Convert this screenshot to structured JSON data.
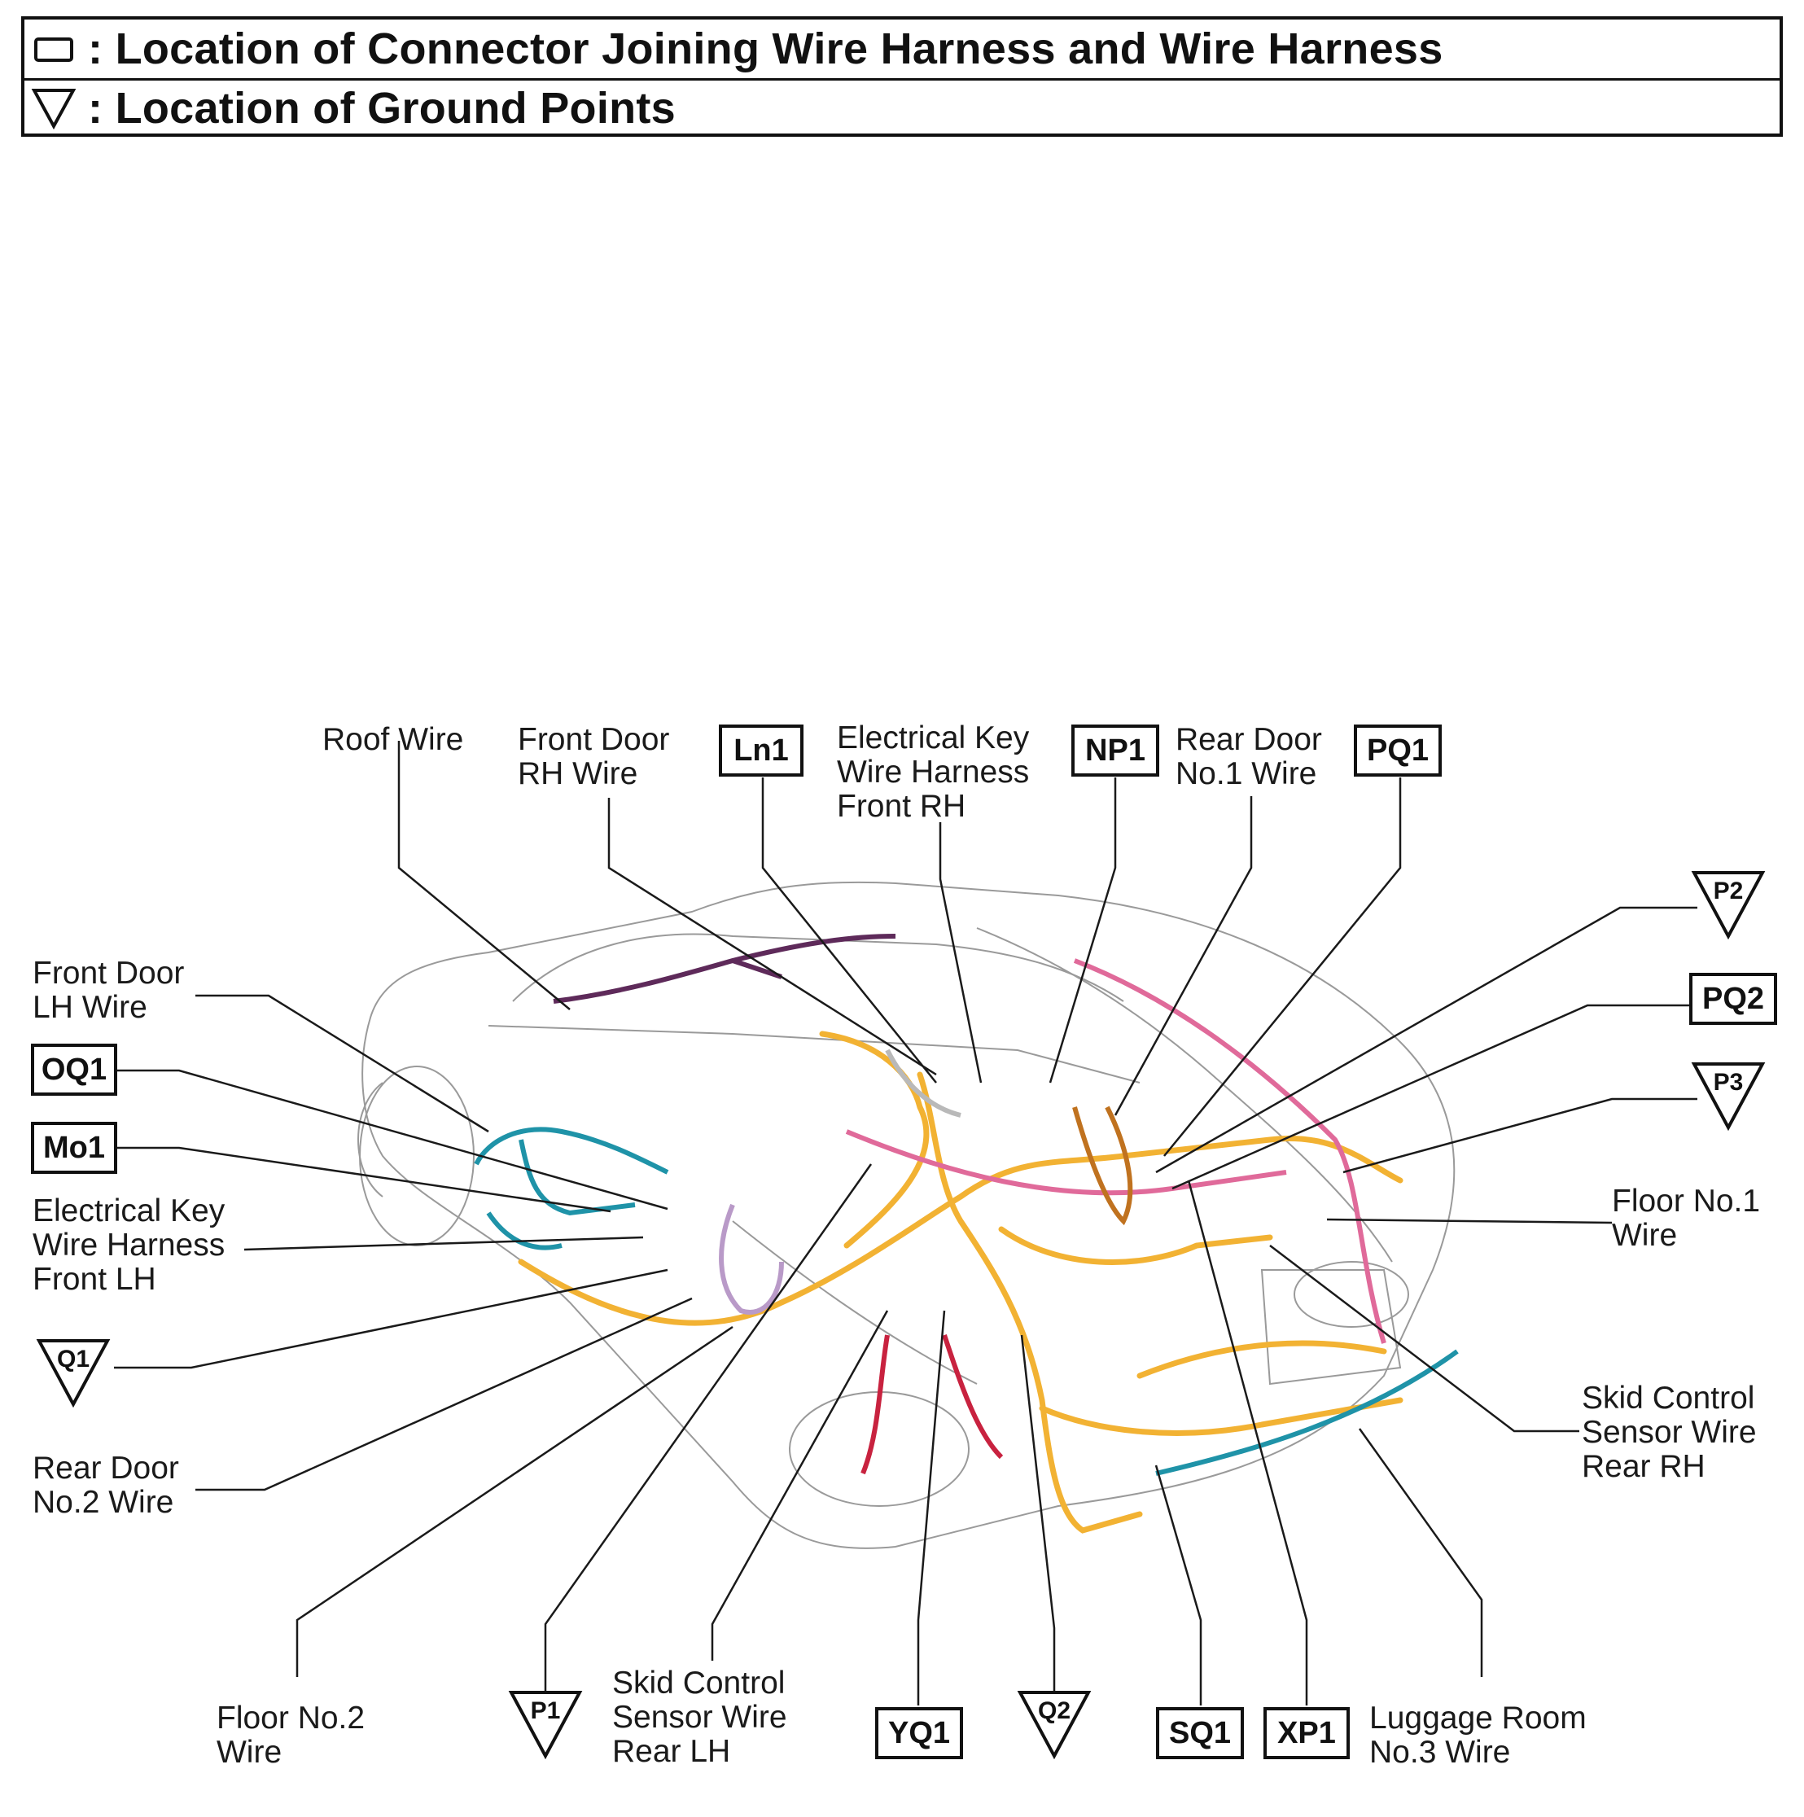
{
  "legend": {
    "connector_text": ": Location of Connector Joining Wire Harness and Wire Harness",
    "ground_text": ": Location of Ground Points",
    "connector_symbol": "rectangle-icon",
    "ground_symbol": "down-triangle-icon"
  },
  "wire_labels": {
    "roof_wire": "Roof Wire",
    "front_door_rh_wire": "Front Door\nRH Wire",
    "electrical_key_front_rh": "Electrical Key\nWire Harness\nFront RH",
    "rear_door_no1_wire": "Rear Door\nNo.1 Wire",
    "front_door_lh_wire": "Front Door\nLH Wire",
    "electrical_key_front_lh": "Electrical Key\nWire Harness\nFront LH",
    "rear_door_no2_wire": "Rear Door\nNo.2 Wire",
    "floor_no2_wire": "Floor No.2\nWire",
    "skid_control_rear_lh": "Skid Control\nSensor Wire\nRear LH",
    "luggage_room_no3_wire": "Luggage Room\nNo.3 Wire",
    "floor_no1_wire": "Floor No.1\nWire",
    "skid_control_rear_rh": "Skid Control\nSensor Wire\nRear RH"
  },
  "connectors": {
    "ln1": "Ln1",
    "np1": "NP1",
    "pq1": "PQ1",
    "oq1": "OQ1",
    "mo1": "Mo1",
    "pq2": "PQ2",
    "yq1": "YQ1",
    "sq1": "SQ1",
    "xp1": "XP1"
  },
  "grounds": {
    "p2": "P2",
    "p3": "P3",
    "q1": "Q1",
    "p1": "P1",
    "q2": "Q2"
  },
  "colors": {
    "line": "#1a1a1a",
    "car_outline": "#9a9a9a",
    "harness_orange": "#f2b233",
    "harness_teal": "#1f93a8",
    "harness_purple": "#5e2a5a",
    "harness_pink": "#e06a9a",
    "harness_lilac": "#b99ac8",
    "harness_red": "#c8223f",
    "harness_brown": "#c0721f",
    "harness_gray": "#b9b9b9",
    "harness_olive": "#7a8a2a",
    "harness_cyan": "#1a9e9e"
  }
}
